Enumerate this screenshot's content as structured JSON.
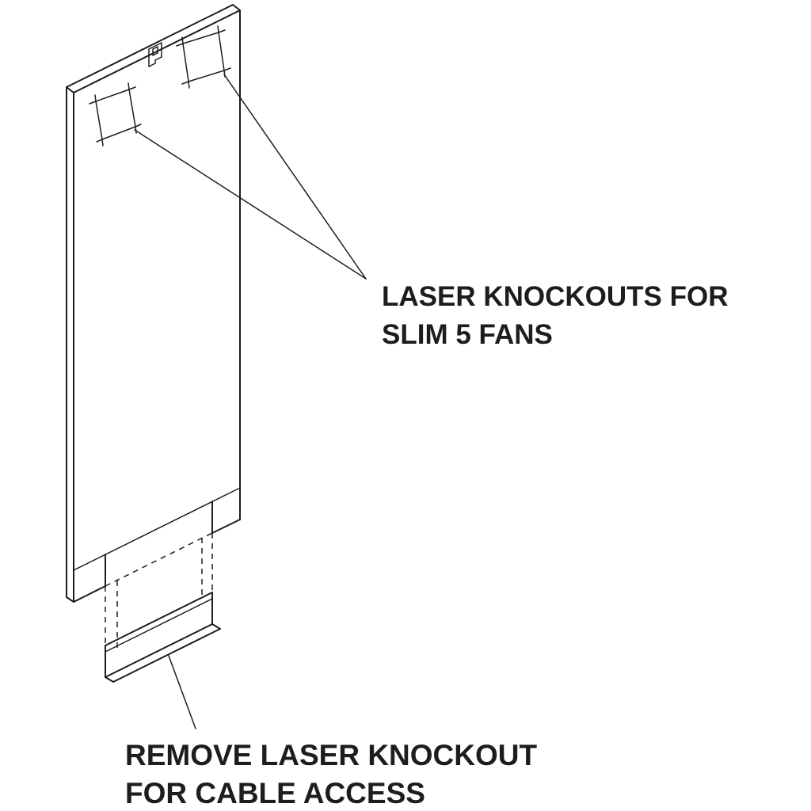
{
  "canvas": {
    "background": "#ffffff",
    "line_color": "#1d1d1b"
  },
  "labels": {
    "fans": {
      "line1": "LASER KNOCKOUTS FOR",
      "line2": "SLIM 5 FANS"
    },
    "cable": {
      "line1": "REMOVE LASER KNOCKOUT",
      "line2": "FOR CABLE ACCESS"
    }
  }
}
